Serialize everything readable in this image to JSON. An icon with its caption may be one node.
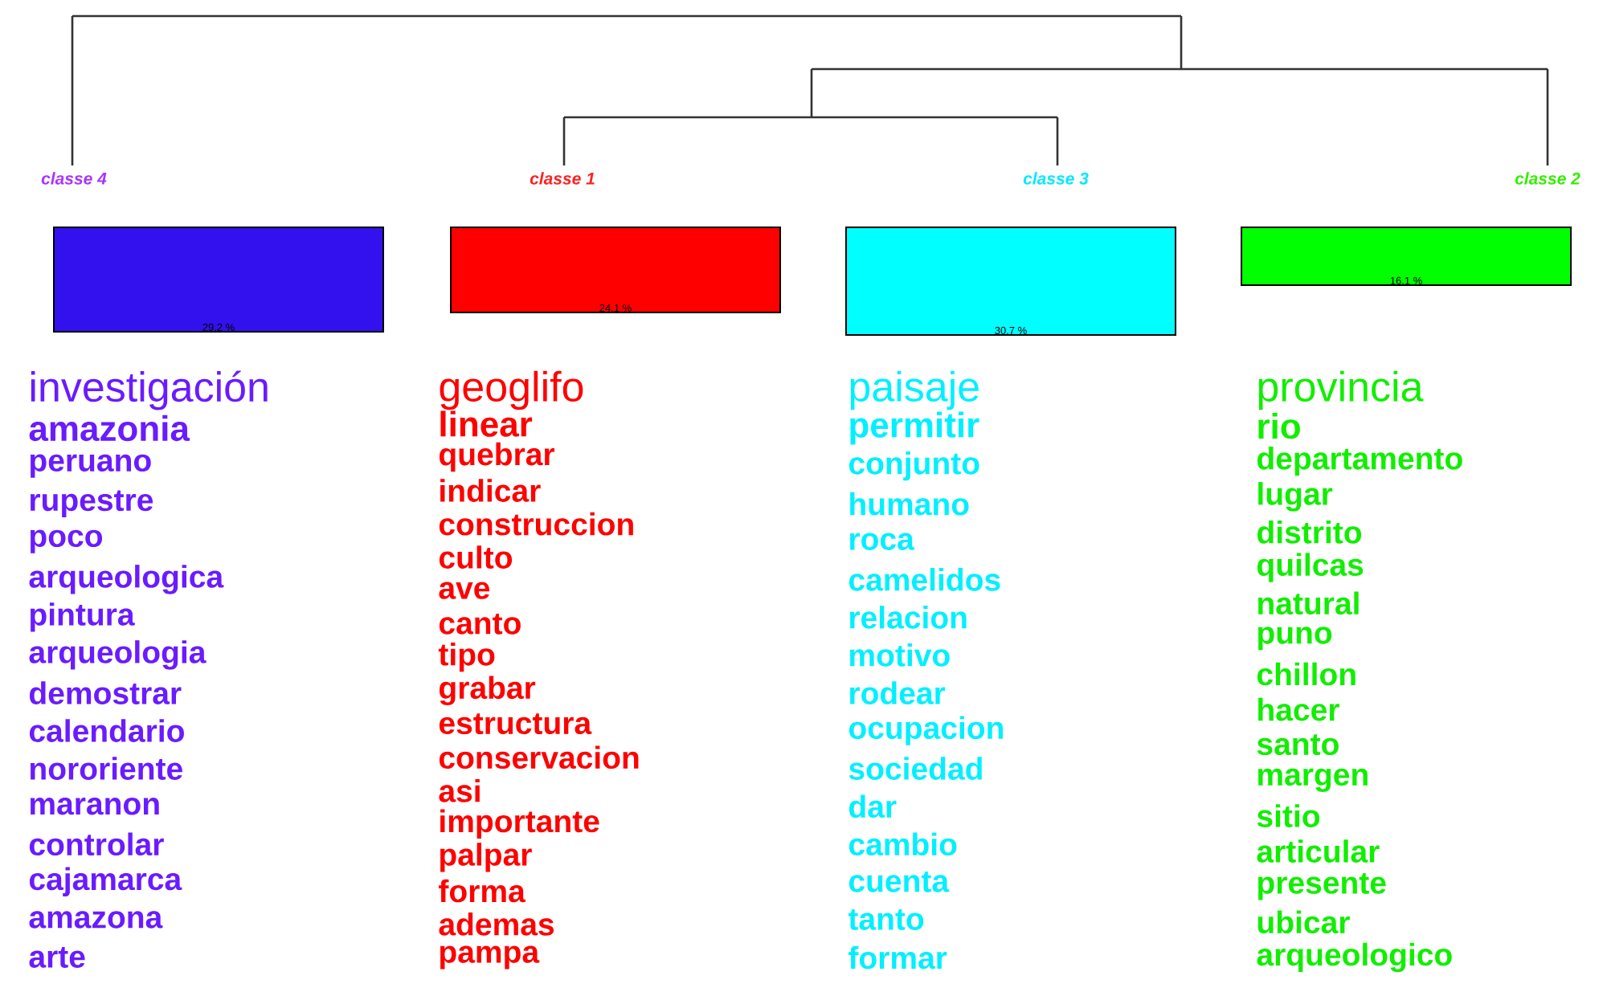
{
  "diagram": {
    "nodes": [
      {
        "text": [
          "classe 4",
          "29.2 %"
        ],
        "beside": [
          "investigación",
          "amazonia",
          "peruano",
          "rupestre",
          "poco",
          "arqueologica",
          "pintura",
          "arqueologia",
          "demostrar",
          "calendario",
          "nororiente",
          "maranon",
          "controlar",
          "cajamarca",
          "amazona",
          "arte"
        ]
      },
      {
        "text": [
          "classe 1",
          "24.1 %"
        ],
        "beside": [
          "geoglifo",
          "linear",
          "quebrar",
          "indicar",
          "construccion",
          "culto",
          "ave",
          "canto",
          "tipo",
          "grabar",
          "estructura",
          "conservacion",
          "asi",
          "importante",
          "palpar",
          "forma",
          "ademas",
          "pampa"
        ]
      },
      {
        "text": [
          "classe 3",
          "30.7 %"
        ],
        "beside": [
          "paisaje",
          "permitir",
          "conjunto",
          "humano",
          "roca",
          "camelidos",
          "relacion",
          "motivo",
          "rodear",
          "ocupacion",
          "sociedad",
          "dar",
          "cambio",
          "cuenta",
          "tanto",
          "formar"
        ]
      },
      {
        "text": [
          "classe 2",
          "16.1 %"
        ],
        "beside": [
          "provincia",
          "rio",
          "departamento",
          "lugar",
          "distrito",
          "quilcas",
          "natural",
          "puno",
          "chillon",
          "hacer",
          "santo",
          "margen",
          "sitio",
          "articular",
          "presente",
          "ubicar",
          "arqueologico"
        ]
      }
    ]
  }
}
